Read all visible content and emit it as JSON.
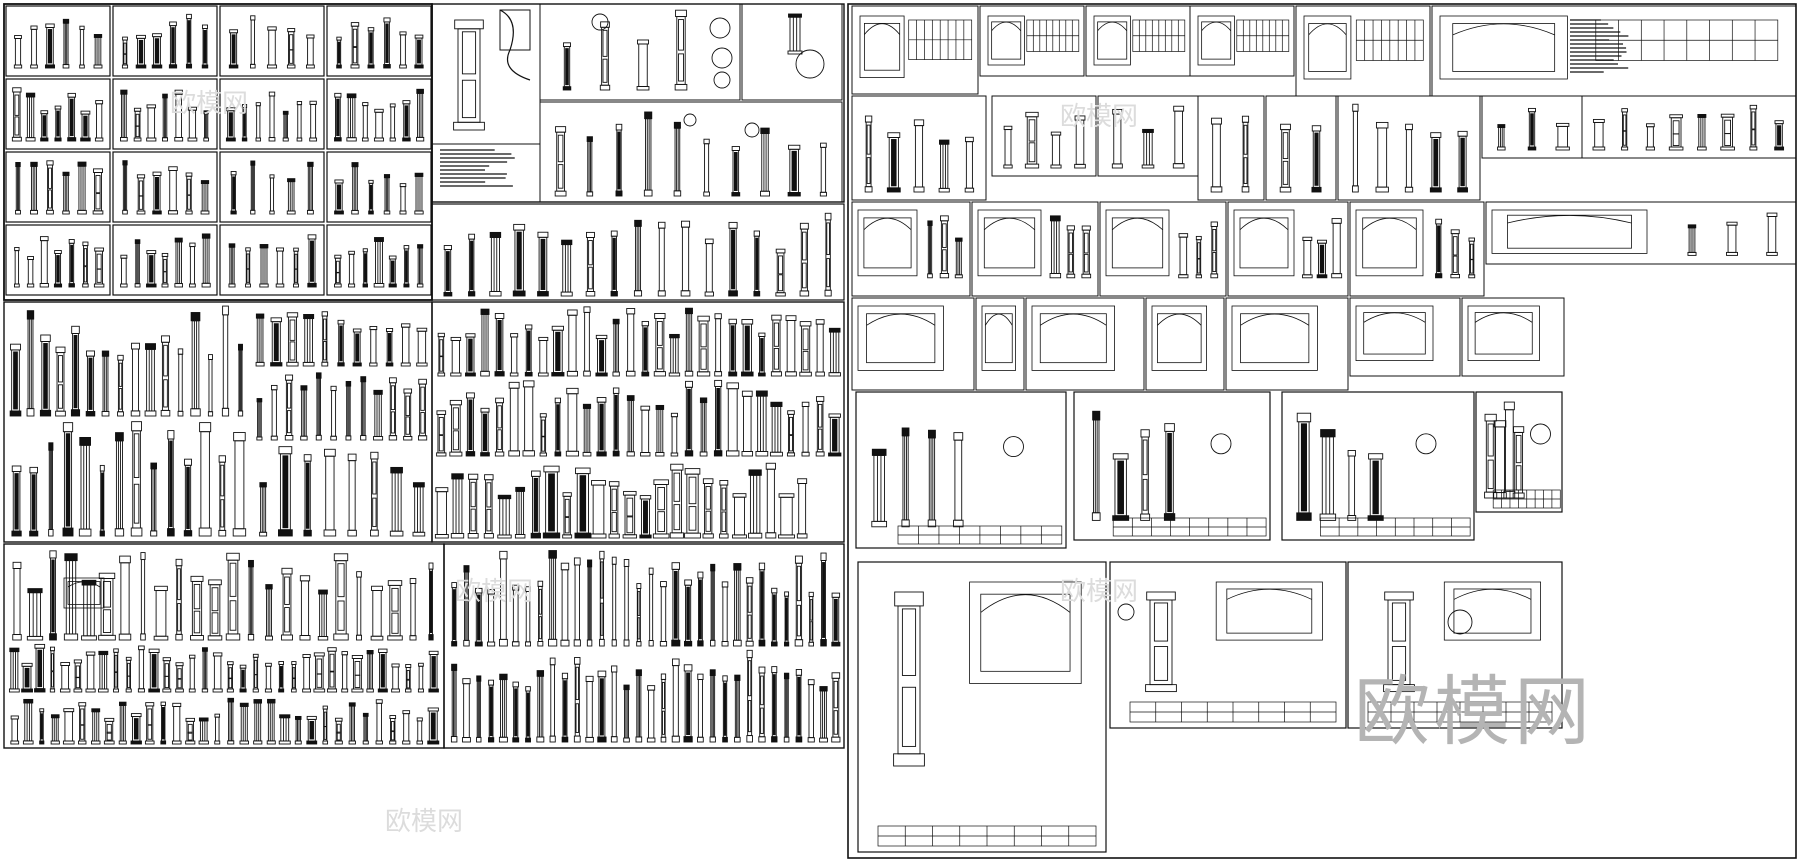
{
  "watermark": {
    "large": "欧模网",
    "small": "欧模网",
    "color": "#b4b4b4",
    "small_color": "#dcdcdc"
  },
  "line_color": "#111111",
  "paper_color": "#ffffff",
  "sheet_panels": [
    {
      "kind": "column-grid"
    },
    {
      "kind": "detail-sheets"
    },
    {
      "kind": "elevation-sheets"
    },
    {
      "kind": "column-catalog"
    },
    {
      "kind": "door-and-frame-drawings"
    }
  ]
}
